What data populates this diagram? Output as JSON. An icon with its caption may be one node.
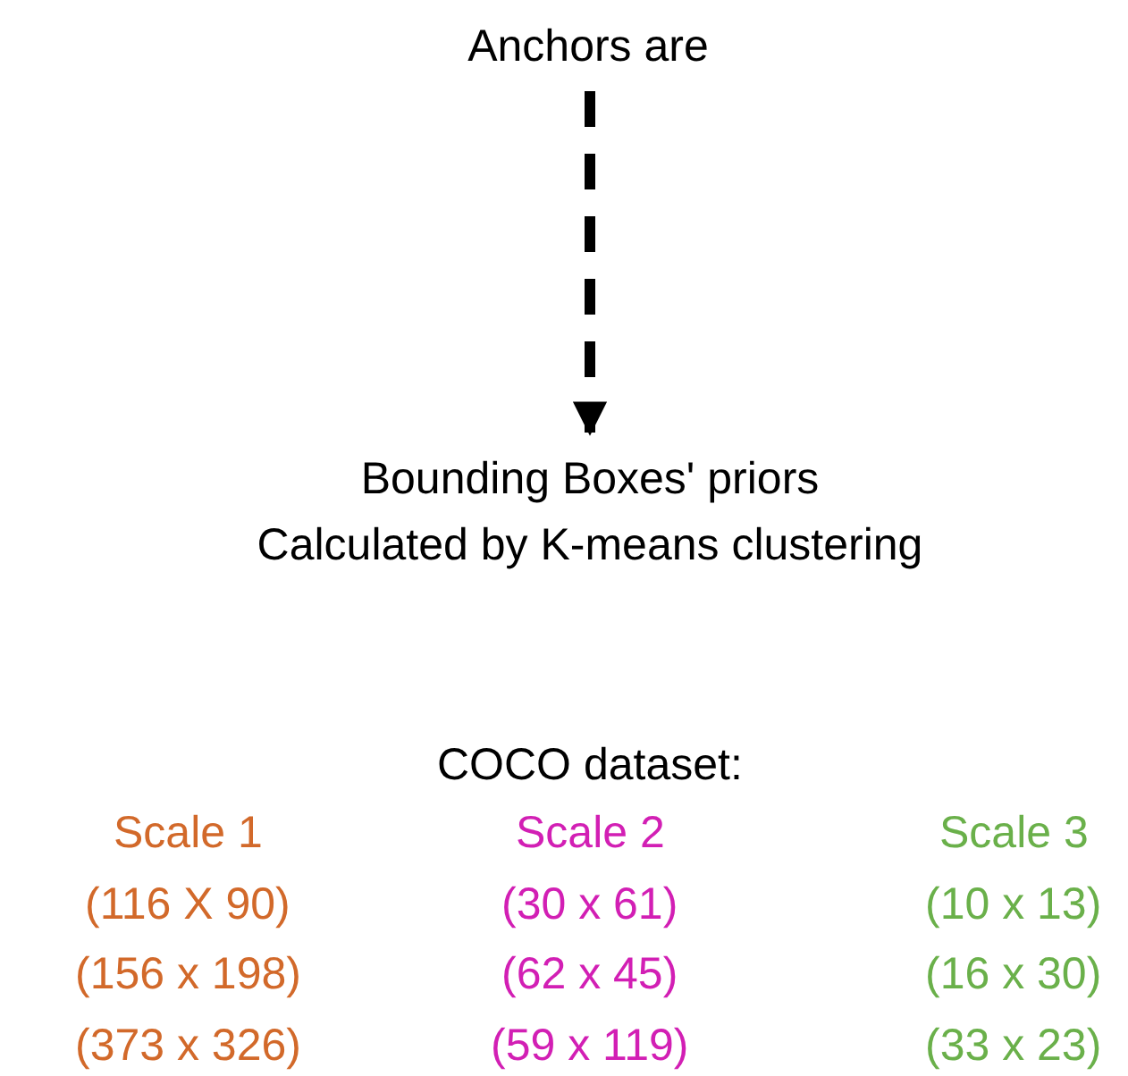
{
  "diagram": {
    "nodes": [
      {
        "text": [
          "Anchors are"
        ]
      },
      {
        "text": [
          "Bounding Boxes' priors Calculated by K-means clustering"
        ]
      }
    ],
    "edges": [
      {
        "from": 0,
        "to": 1,
        "arrow": "to",
        "style": "dashed"
      }
    ],
    "labels": [
      "COCO dataset:",
      "Scale 1",
      "Scale 2",
      "Scale 3",
      "(116 X 90)",
      "(30 x 61)",
      "(10 x 13)",
      "(156 x 198)",
      "(62 x 45)",
      "(16 x 30)",
      "(373 x 326)",
      "(59 x 119)",
      "(33 x 23)"
    ]
  }
}
